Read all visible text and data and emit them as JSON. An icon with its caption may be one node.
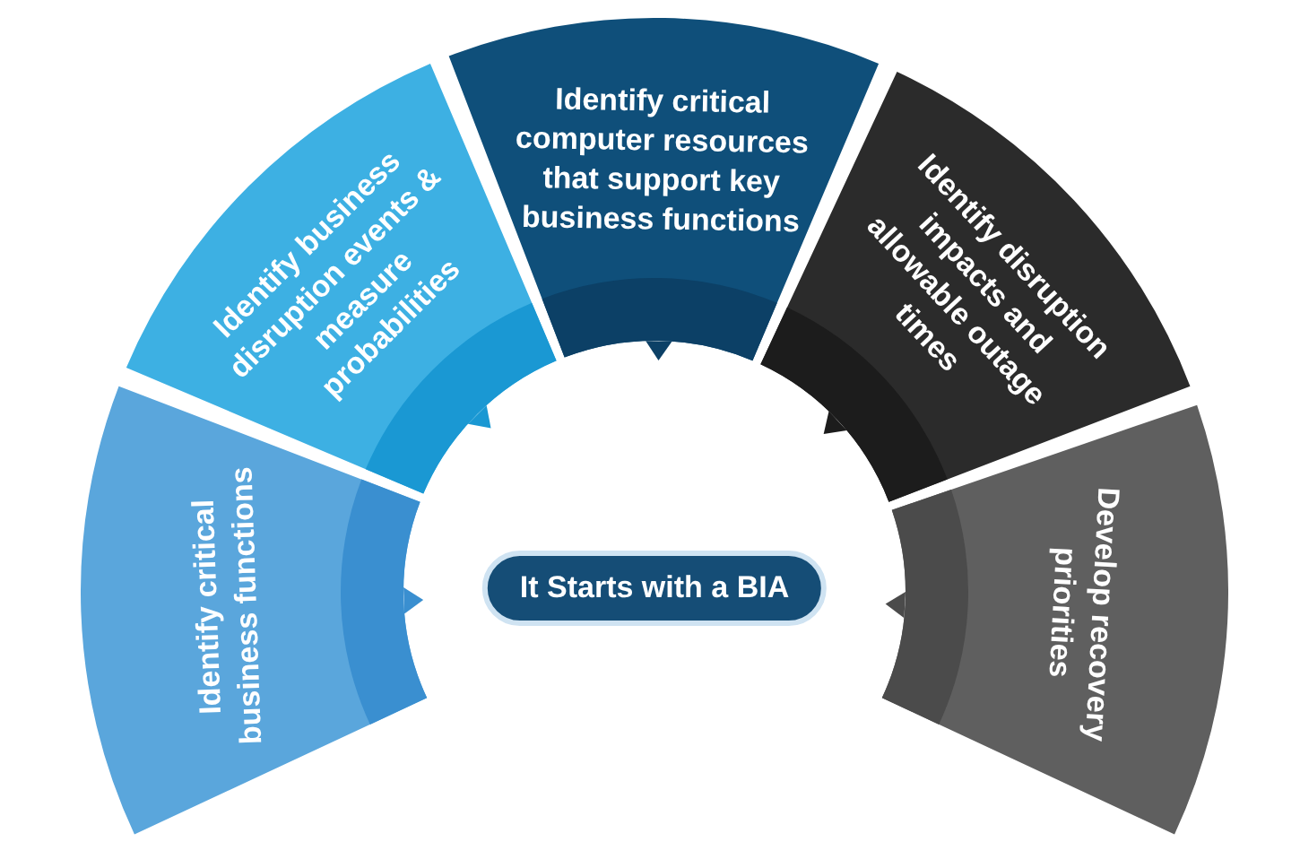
{
  "diagram": {
    "nodes": [
      {
        "text": [
          "Identify critical business functions"
        ]
      },
      {
        "text": [
          "Identify business disruption events & measure probabilities"
        ]
      },
      {
        "text": [
          "Identify critical computer resources that support key business functions"
        ]
      },
      {
        "text": [
          "Identify disruption impacts and allowable outage times"
        ]
      },
      {
        "text": [
          "Develop recovery priorities"
        ]
      },
      {
        "text": [
          "It Starts with a BIA"
        ]
      }
    ]
  }
}
